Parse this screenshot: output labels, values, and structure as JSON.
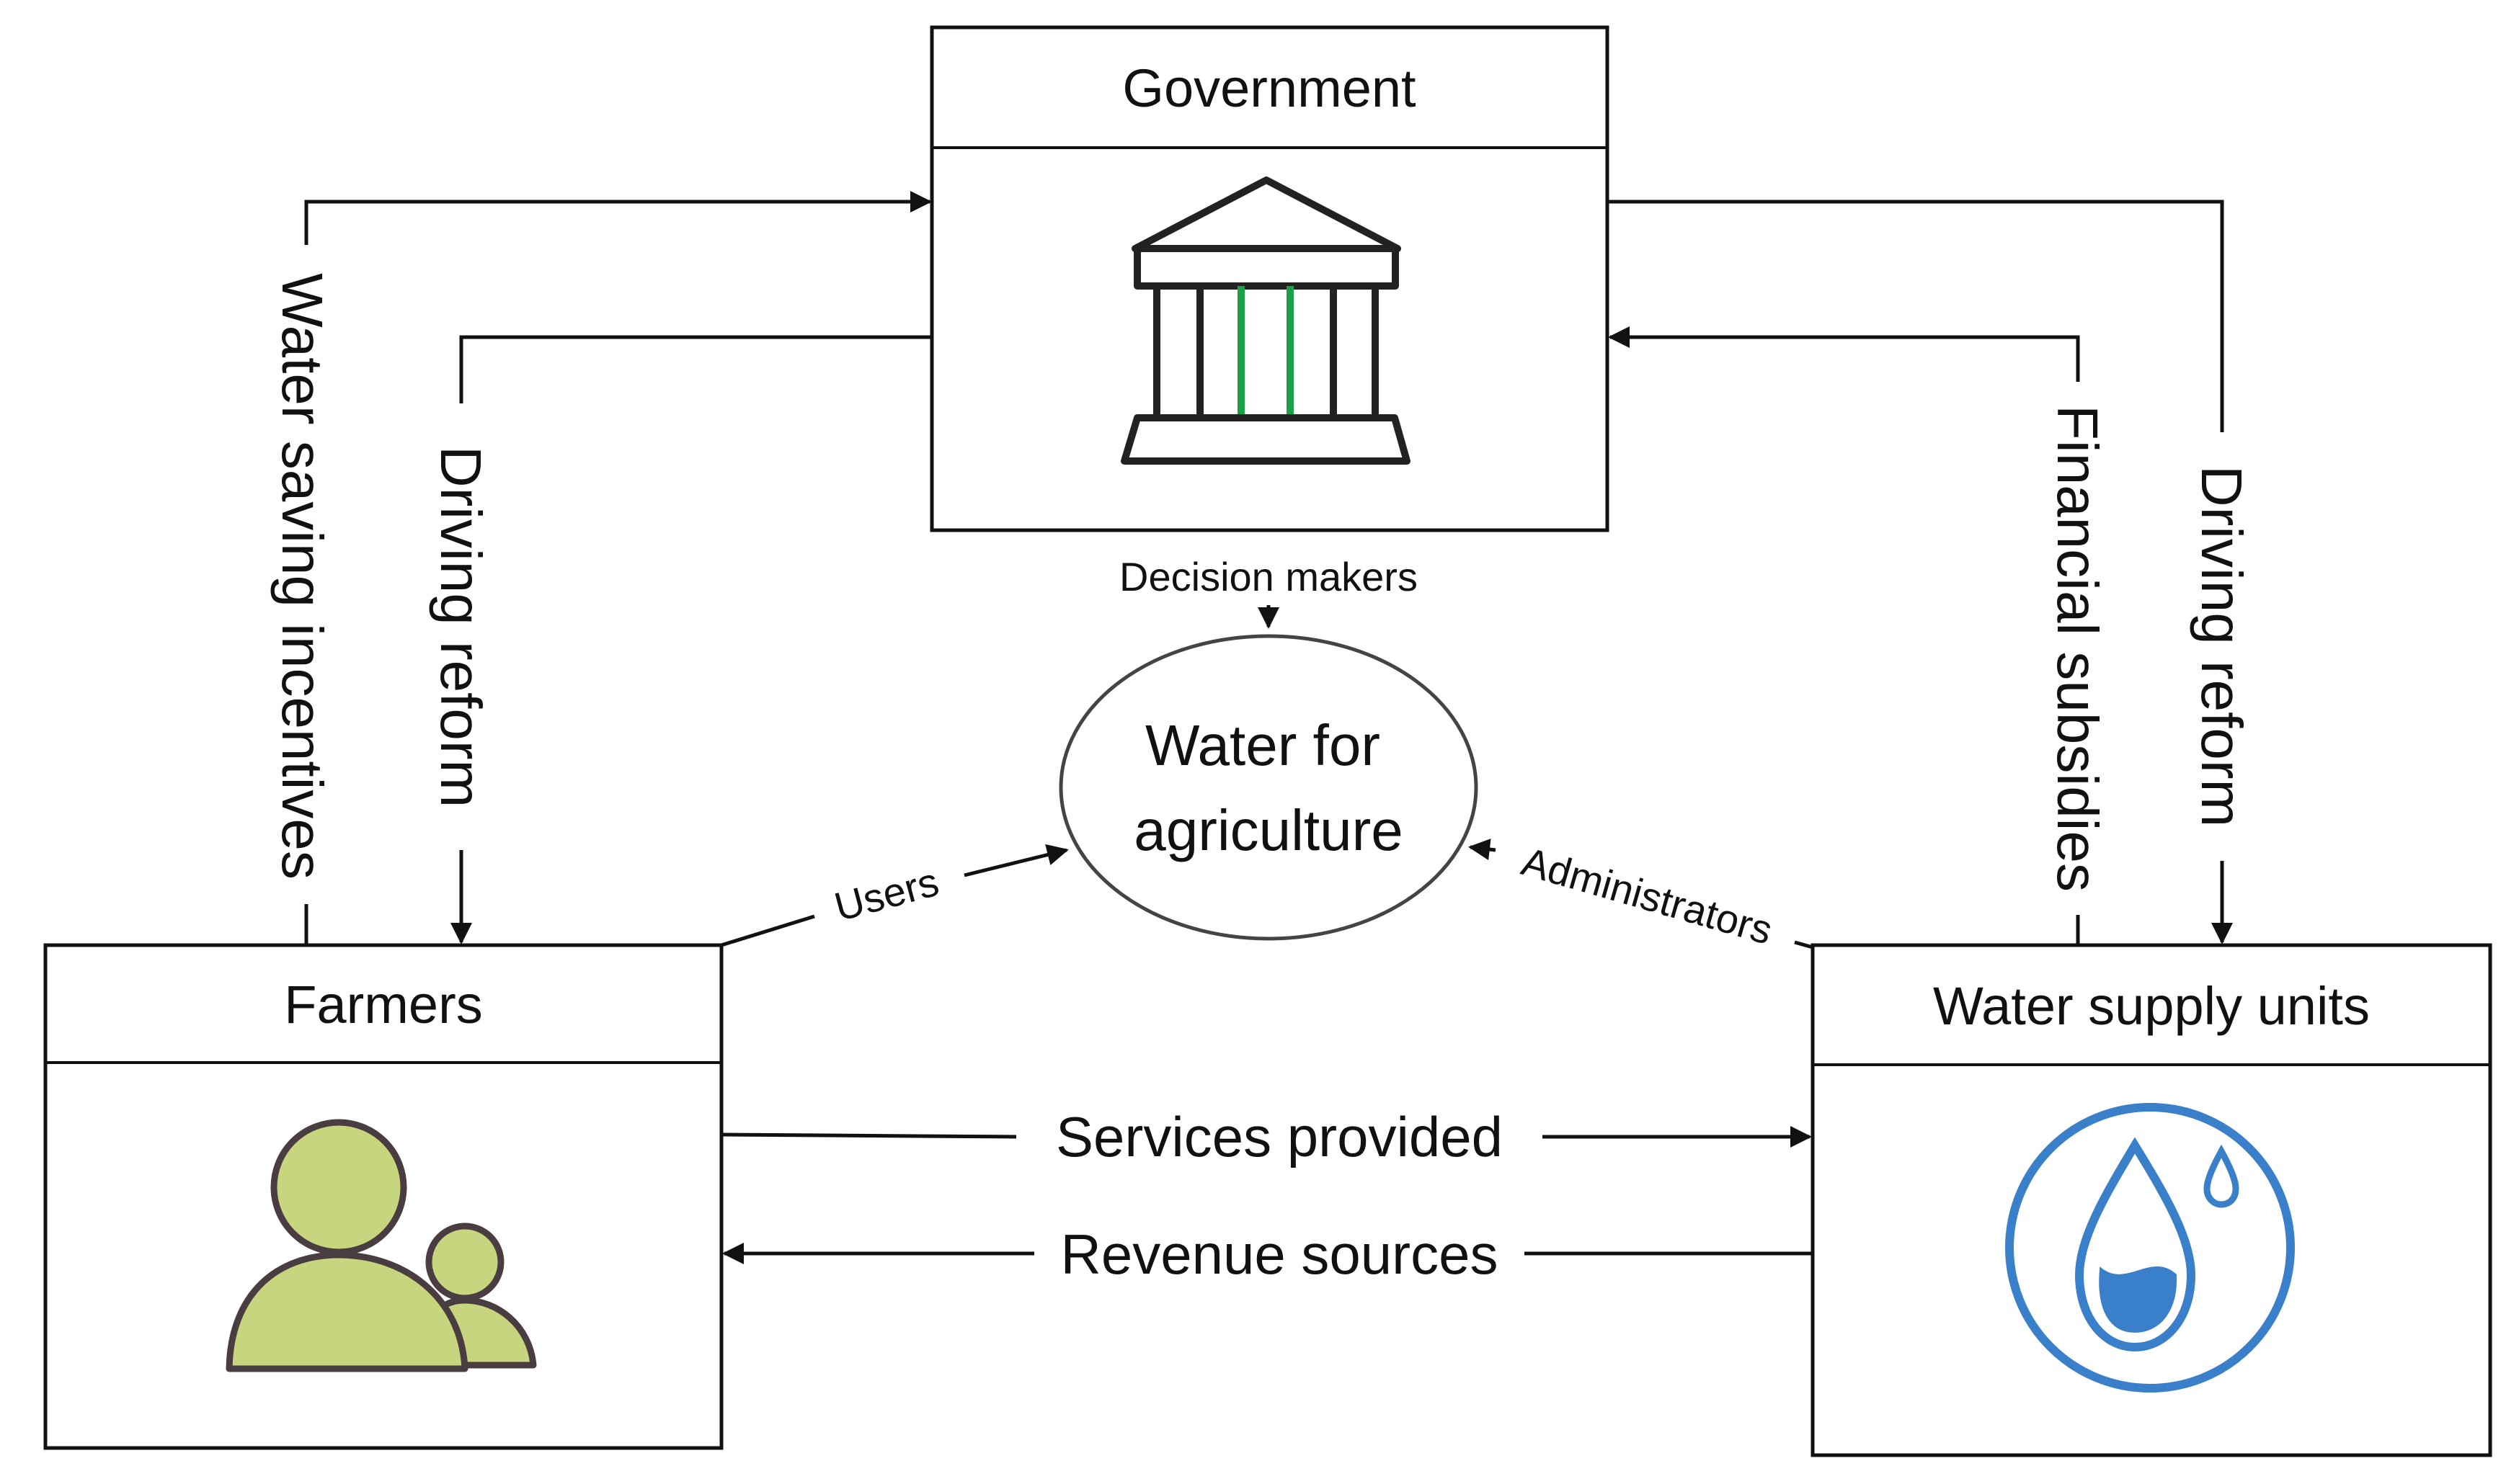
{
  "nodes": {
    "government": {
      "title": "Government",
      "icon": "government-building-icon"
    },
    "farmers": {
      "title": "Farmers",
      "icon": "farmers-people-icon"
    },
    "water_supply_units": {
      "title": "Water supply units",
      "icon": "water-drop-icon"
    },
    "center": {
      "line1": "Water for",
      "line2": "agriculture"
    }
  },
  "edges": {
    "water_saving_incentives": "Water saving incentives",
    "driving_reform_left": "Driving reform",
    "financial_subsidies": "Financial subsidies",
    "driving_reform_right": "Driving reform",
    "services_provided": "Services provided",
    "revenue_sources": "Revenue sources",
    "users": "Users",
    "administrators": "Administrators",
    "decision_makers": "Decision makers"
  },
  "colors": {
    "line": "#111111",
    "column_accent": "#1aa04a",
    "farmer_fill": "#c7d57e",
    "farmer_outline": "#4a3d42",
    "water_blue": "#3a7fc9"
  }
}
